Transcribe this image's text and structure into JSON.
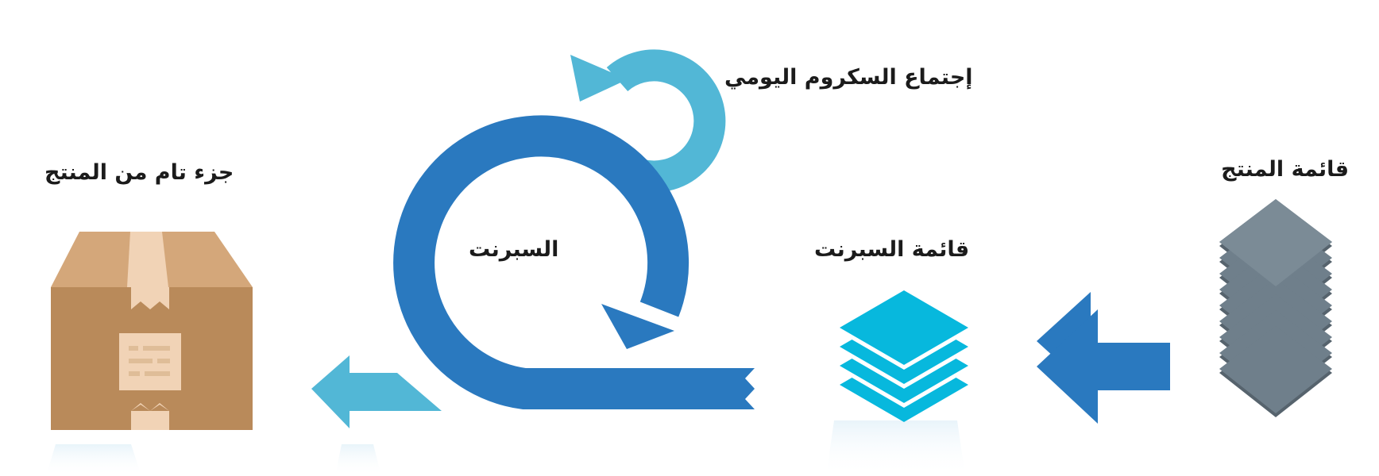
{
  "diagram": {
    "labels": {
      "product_backlog": "قائمة المنتج",
      "sprint_backlog": "قائمة السبرنت",
      "sprint": "السبرنت",
      "daily_scrum": "إجتماع السكروم  اليومي",
      "increment": "جزء تام من المنتج"
    },
    "icons": [
      "product-backlog-stack-icon",
      "arrow-left-icon",
      "sprint-backlog-layers-icon",
      "sprint-cycle-icon",
      "daily-scrum-cycle-icon",
      "product-box-icon"
    ],
    "colors": {
      "stack_gray": "#6f7f8b",
      "stack_dark": "#56636d",
      "dark_blue": "#2a79bf",
      "cyan": "#07b8dd",
      "light_blue": "#52b7d6",
      "box_tan": "#b98a5a",
      "box_top": "#d4a77a",
      "tape": "#f1d3b6"
    }
  }
}
